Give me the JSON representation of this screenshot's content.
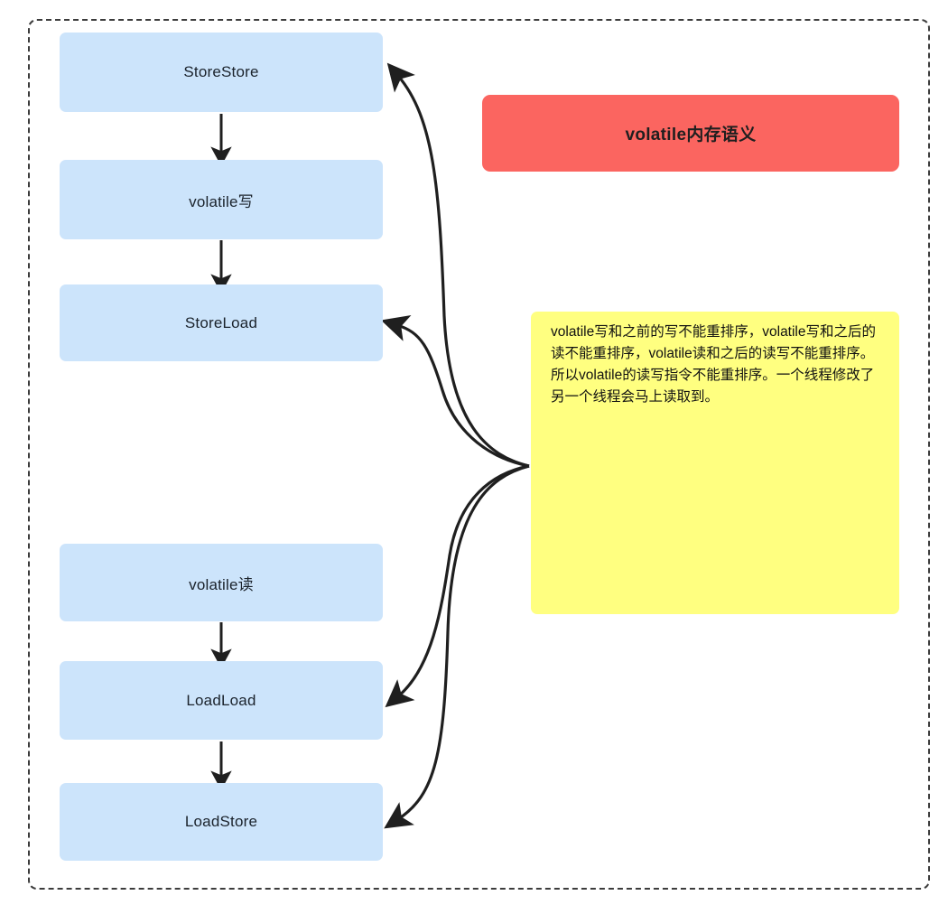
{
  "diagram": {
    "title_box": {
      "label": "volatile内存语义",
      "color": "#fb6560"
    },
    "note_box": {
      "text": "volatile写和之前的写不能重排序，volatile写和之后的读不能重排序，volatile读和之后的读写不能重排序。所以volatile的读写指令不能重排序。一个线程修改了另一个线程会马上读取到。",
      "color": "#ffff80"
    },
    "node_color": "#cce4fb",
    "frame_color": "#3c3c3c",
    "edge_color": "#1f1f1f",
    "nodes": [
      {
        "id": "storestore",
        "label": "StoreStore"
      },
      {
        "id": "volatile-write",
        "label": "volatile写"
      },
      {
        "id": "storeload",
        "label": "StoreLoad"
      },
      {
        "id": "volatile-read",
        "label": "volatile读"
      },
      {
        "id": "loadload",
        "label": "LoadLoad"
      },
      {
        "id": "loadstore",
        "label": "LoadStore"
      }
    ],
    "flow_arrows": [
      {
        "from": "storestore",
        "to": "volatile-write"
      },
      {
        "from": "volatile-write",
        "to": "storeload"
      },
      {
        "from": "volatile-read",
        "to": "loadload"
      },
      {
        "from": "loadload",
        "to": "loadstore"
      }
    ],
    "note_arrows": [
      {
        "from": "note_box",
        "to": "storestore"
      },
      {
        "from": "note_box",
        "to": "storeload"
      },
      {
        "from": "note_box",
        "to": "loadload"
      },
      {
        "from": "note_box",
        "to": "loadstore"
      }
    ]
  }
}
